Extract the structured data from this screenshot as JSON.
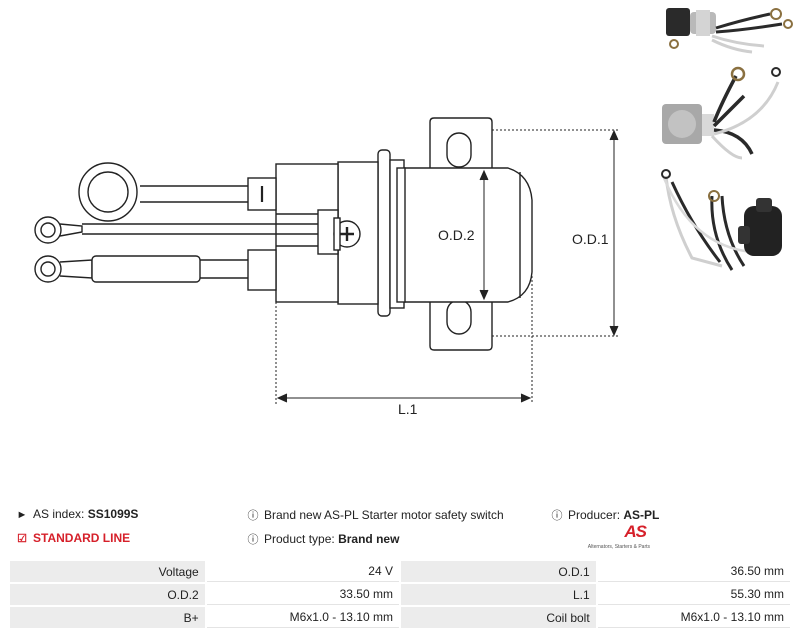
{
  "diagram": {
    "labels": {
      "od2": "O.D.2",
      "od1": "O.D.1",
      "l1": "L.1"
    }
  },
  "info": {
    "as_index_label": "AS index:",
    "as_index_value": "SS1099S",
    "line_label": "STANDARD LINE",
    "description": "Brand new AS-PL Starter motor safety switch",
    "product_type_label": "Product type:",
    "product_type_value": "Brand new",
    "producer_label": "Producer:",
    "producer_value": "AS-PL"
  },
  "logo": {
    "text": "AS",
    "tagline": "Alternators, Starters & Parts"
  },
  "specs": [
    {
      "k1": "Voltage",
      "v1": "24 V",
      "k2": "O.D.1",
      "v2": "36.50 mm"
    },
    {
      "k1": "O.D.2",
      "v1": "33.50 mm",
      "k2": "L.1",
      "v2": "55.30 mm"
    },
    {
      "k1": "B+",
      "v1": "M6x1.0 - 13.10 mm",
      "k2": "Coil bolt",
      "v2": "M6x1.0 - 13.10 mm"
    }
  ],
  "colors": {
    "accent": "#d6202a",
    "line": "#222222"
  }
}
